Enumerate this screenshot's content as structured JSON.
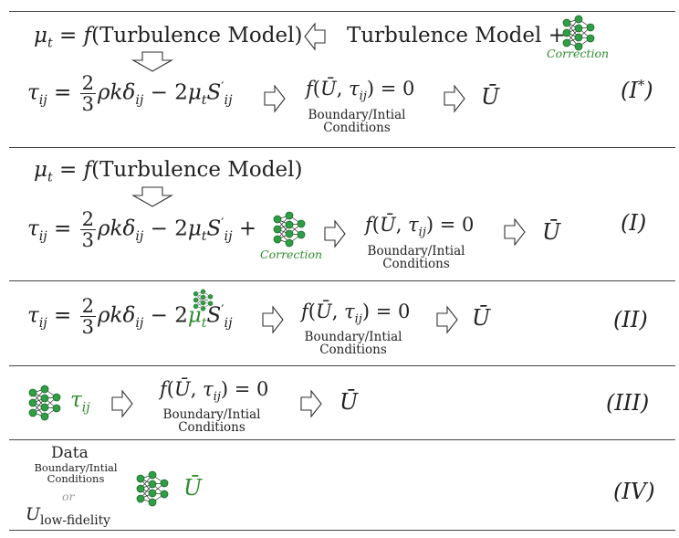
{
  "rows": [
    {
      "id": "I*",
      "label": "(I*)",
      "mu_t": "μt = f(Turbulence Model)",
      "turbulence_model_plus": "Turbulence Model +",
      "correction": "Correction",
      "tau": "τij = 2/3 ρkδij − 2μt S′ij",
      "governing": "f(Ū, τij) = 0",
      "bc_line1": "Boundary/Intial",
      "bc_line2": "Conditions",
      "output": "Ū"
    },
    {
      "id": "I",
      "label": "(I)",
      "mu_t": "μt = f(Turbulence Model)",
      "tau": "τij = 2/3 ρkδij − 2μt S′ij +",
      "correction": "Correction",
      "governing": "f(Ū, τij) = 0",
      "bc_line1": "Boundary/Intial",
      "bc_line2": "Conditions",
      "output": "Ū"
    },
    {
      "id": "II",
      "label": "(II)",
      "tau": "τij = 2/3 ρkδij − 2μt S′ij",
      "governing": "f(Ū, τij) = 0",
      "bc_line1": "Boundary/Intial",
      "bc_line2": "Conditions",
      "output": "Ū"
    },
    {
      "id": "III",
      "label": "(III)",
      "nn_output": "τij",
      "governing": "f(Ū, τij) = 0",
      "bc_line1": "Boundary/Intial",
      "bc_line2": "Conditions",
      "output": "Ū"
    },
    {
      "id": "IV",
      "label": "(IV)",
      "data": "Data",
      "bc_line1": "Boundary/Intial",
      "bc_line2": "Conditions",
      "or": "or",
      "low_fidelity": "Ulow-fidelity",
      "output": "Ū"
    }
  ],
  "colors": {
    "nn_green": "#2e8b2e",
    "nn_node": "#2f9e44",
    "line": "#444444"
  },
  "icons": [
    "neural-network-icon",
    "hollow-arrow-right-icon",
    "hollow-arrow-left-icon",
    "hollow-arrow-down-icon"
  ]
}
